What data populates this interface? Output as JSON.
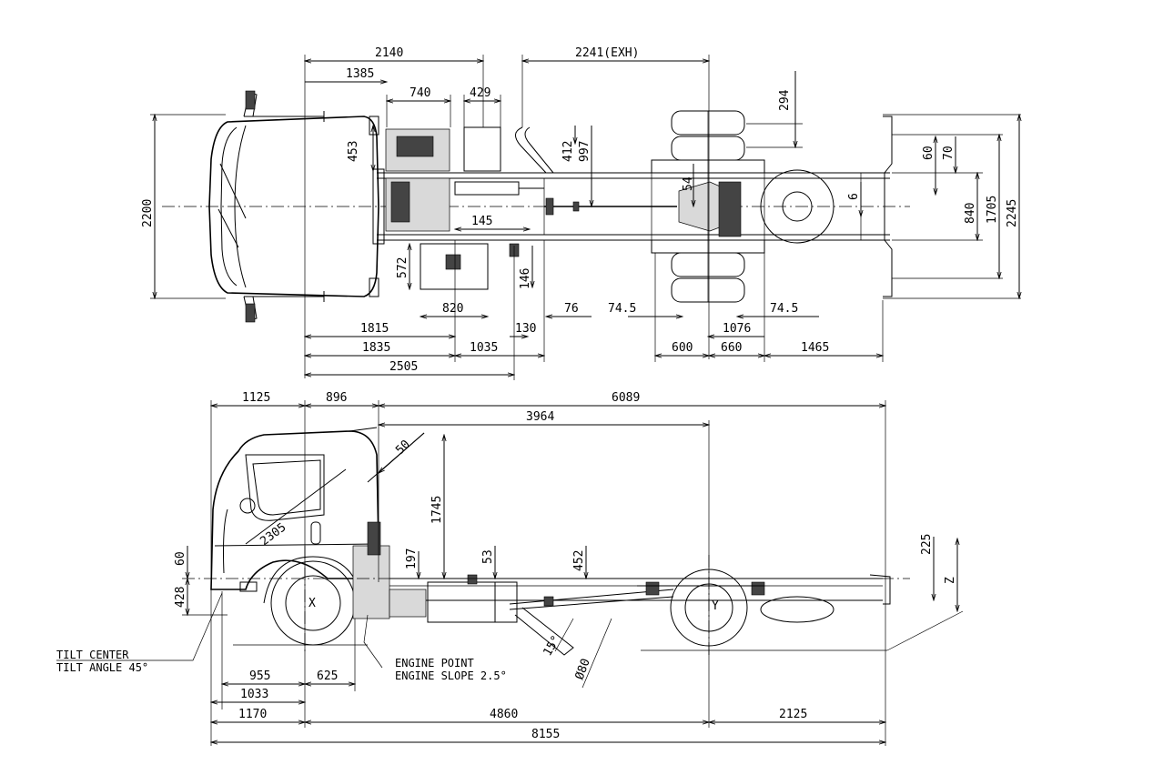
{
  "top_view": {
    "dims": {
      "d2140": "2140",
      "d2241": "2241(EXH)",
      "d1385": "1385",
      "d740": "740",
      "d429": "429",
      "d294": "294",
      "d453": "453",
      "d412": "412",
      "d997": "997",
      "d60": "60",
      "d70": "70",
      "d54": "54",
      "d6": "6",
      "d840": "840",
      "d1705": "1705",
      "d2245": "2245",
      "d2200": "2200",
      "d145": "145",
      "d572": "572",
      "d146": "146",
      "d820": "820",
      "d1815": "1815",
      "d130": "130",
      "d76": "76",
      "d74a": "74.5",
      "d74b": "74.5",
      "d1076": "1076",
      "d1835": "1835",
      "d1035": "1035",
      "d600": "600",
      "d660": "660",
      "d1465": "1465",
      "d2505": "2505"
    }
  },
  "side_view": {
    "dims": {
      "d1125": "1125",
      "d896": "896",
      "d6089": "6089",
      "d3964": "3964",
      "d50": "50",
      "d1745": "1745",
      "d2305": "2305",
      "d197": "197",
      "d53": "53",
      "d452": "452",
      "d225": "225",
      "z": "Z",
      "d60": "60",
      "d428": "428",
      "x": "X",
      "y": "Y",
      "d15": "15°",
      "d80": "Ø80",
      "d955": "955",
      "d625": "625",
      "d1033": "1033",
      "d1170": "1170",
      "d4860": "4860",
      "d2125": "2125",
      "d8155": "8155"
    },
    "notes": {
      "tilt_center": "TILT CENTER",
      "tilt_angle": "TILT ANGLE 45°",
      "engine_point": "ENGINE POINT",
      "engine_slope": "ENGINE SLOPE 2.5°"
    }
  }
}
